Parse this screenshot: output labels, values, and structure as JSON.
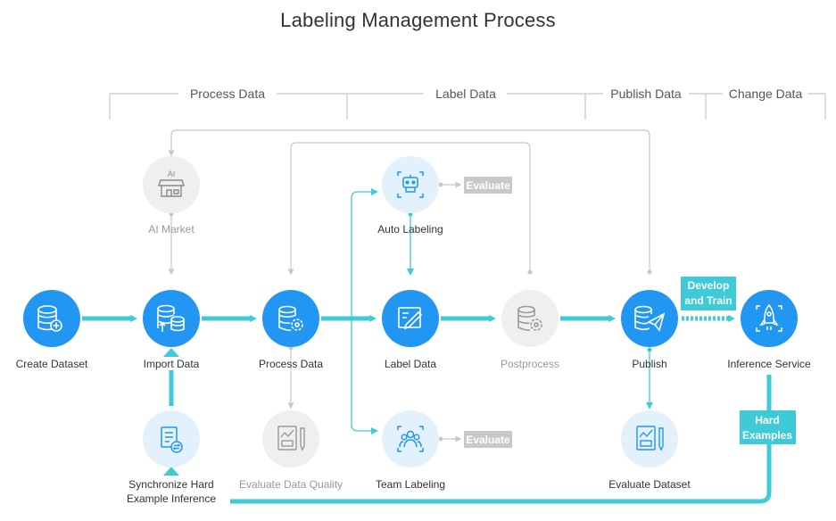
{
  "title": "Labeling Management Process",
  "colors": {
    "primary": "#2196F3",
    "accent": "#3ECAD6",
    "pale": "#E3F1FC",
    "gray_circle": "#EFEFEF",
    "gray_line": "#C8C8C8",
    "bracket": "#BBBBBB"
  },
  "phases": [
    "Process Data",
    "Label Data",
    "Publish Data",
    "Change Data"
  ],
  "nodes": {
    "create_dataset": {
      "label": "Create Dataset",
      "icon": "database-add-icon"
    },
    "import_data": {
      "label": "Import Data",
      "icon": "database-import-icon"
    },
    "process_data": {
      "label": "Process Data",
      "icon": "database-gear-icon"
    },
    "label_data": {
      "label": "Label Data",
      "icon": "label-edit-icon"
    },
    "postprocess": {
      "label": "Postprocess",
      "icon": "database-gear-icon"
    },
    "publish": {
      "label": "Publish",
      "icon": "database-send-icon"
    },
    "inference_service": {
      "label": "Inference Service",
      "icon": "rocket-icon"
    },
    "ai_market": {
      "label": "AI Market",
      "icon": "store-icon"
    },
    "auto_labeling": {
      "label": "Auto Labeling",
      "icon": "robot-icon"
    },
    "team_labeling": {
      "label": "Team Labeling",
      "icon": "team-icon"
    },
    "sync_hard_example": {
      "label_line1": "Synchronize Hard",
      "label_line2": "Example Inference",
      "icon": "document-sync-icon"
    },
    "evaluate_quality": {
      "label": "Evaluate Data Quality",
      "icon": "chart-doc-icon"
    },
    "evaluate_dataset": {
      "label": "Evaluate Dataset",
      "icon": "chart-doc-icon"
    }
  },
  "tags": {
    "evaluate_auto": "Evaluate",
    "evaluate_team": "Evaluate",
    "develop_train_line1": "Develop",
    "develop_train_line2": "and Train",
    "hard_examples_line1": "Hard",
    "hard_examples_line2": "Examples"
  }
}
